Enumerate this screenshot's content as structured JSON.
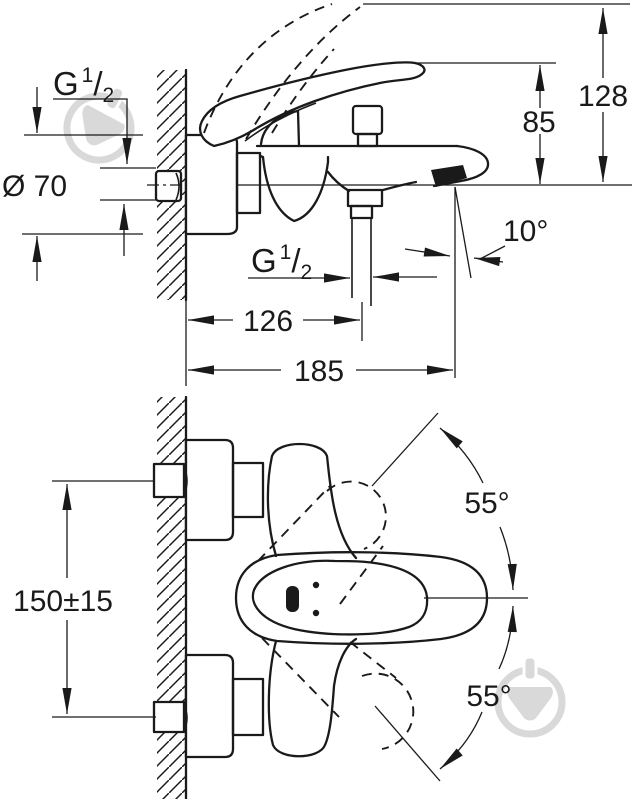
{
  "colors": {
    "ink": "#1a1a1a",
    "watermark": "#d9d9d9",
    "background": "#ffffff"
  },
  "side_view": {
    "wall_thread_label": {
      "base": "G",
      "sup": "1",
      "slash": "/",
      "sub": "2"
    },
    "escutcheon_diameter": "Ø 70",
    "overall_height": "128",
    "spout_height": "85",
    "spout_angle": "10°",
    "shower_outlet_thread_label": {
      "base": "G",
      "sup": "1",
      "slash": "/",
      "sub": "2"
    },
    "wall_to_outlet_depth": "126",
    "overall_depth": "185"
  },
  "front_view": {
    "connection_centers": "150±15",
    "handle_swing_upper": "55°",
    "handle_swing_lower": "55°"
  },
  "watermark": {
    "icon": "trowel-in-circle-icon"
  }
}
